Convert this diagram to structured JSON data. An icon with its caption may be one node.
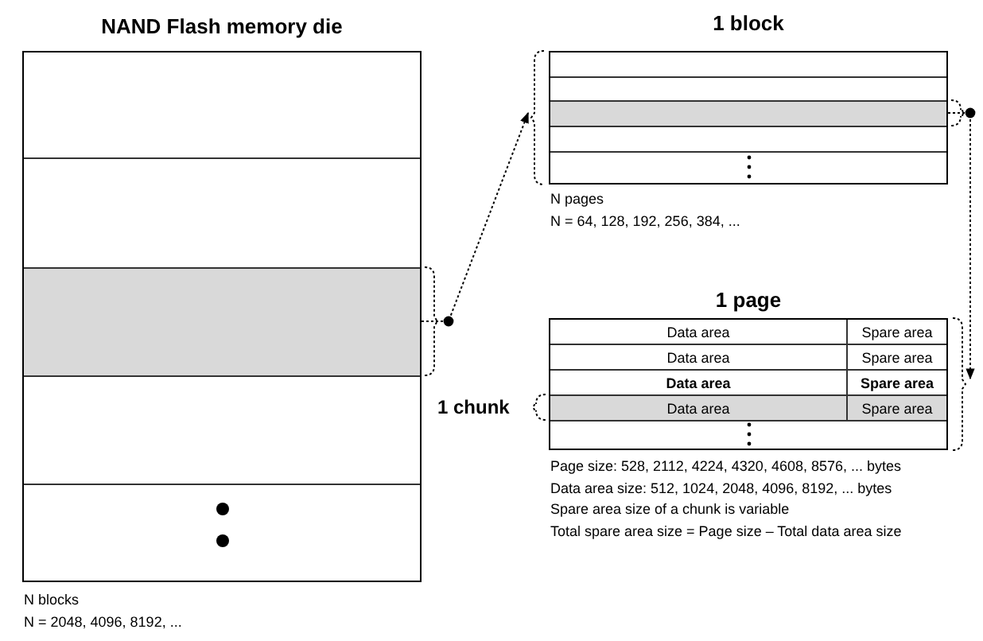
{
  "diagram": {
    "nodes": [
      {
        "text": [
          "NAND Flash memory die"
        ],
        "beside": [
          "N blocks",
          "N = 2048, 4096, 8192, ..."
        ]
      },
      {
        "text": [],
        "shape": "box",
        "in": 0
      },
      {
        "text": [],
        "shape": "box",
        "in": 0
      },
      {
        "text": [],
        "shape": "box",
        "in": 0
      },
      {
        "text": [],
        "shape": "box",
        "in": 0
      },
      {
        "text": [],
        "shape": "box",
        "in": 0
      },
      {
        "text": [
          "1 block"
        ],
        "beside": [
          "N pages",
          "N = 64, 128, 192, 256, 384, ..."
        ]
      },
      {
        "text": [],
        "shape": "box",
        "in": 6
      },
      {
        "text": [],
        "shape": "box",
        "in": 6
      },
      {
        "text": [],
        "shape": "box",
        "in": 6
      },
      {
        "text": [],
        "shape": "box",
        "in": 6
      },
      {
        "text": [],
        "shape": "box",
        "in": 6
      },
      {
        "text": [
          "1 page"
        ],
        "beside": [
          "Page size: 528, 2112, 4224, 4320, 4608, 8576, ... bytes",
          "Data area size: 512, 1024, 2048, 4096, 8192, ... bytes",
          "Spare area size of a chunk is variable",
          "Total spare area size = Page size – Total data area size"
        ]
      },
      {
        "text": [
          "Data area",
          "Spare area"
        ],
        "in": 12
      },
      {
        "text": [
          "Data area",
          "Spare area"
        ],
        "in": 12
      },
      {
        "text": [
          "Data area",
          "Spare area"
        ],
        "in": 12
      },
      {
        "text": [
          "Data area",
          "Spare area"
        ],
        "in": 12
      },
      {
        "text": [],
        "shape": "box",
        "in": 12
      }
    ],
    "edges": [
      {
        "from": 3,
        "to": 6,
        "arrow": "to",
        "style": "dashed"
      },
      {
        "from": 9,
        "to": 12,
        "arrow": "to",
        "style": "dashed"
      }
    ],
    "labels": [
      "1 chunk"
    ]
  }
}
